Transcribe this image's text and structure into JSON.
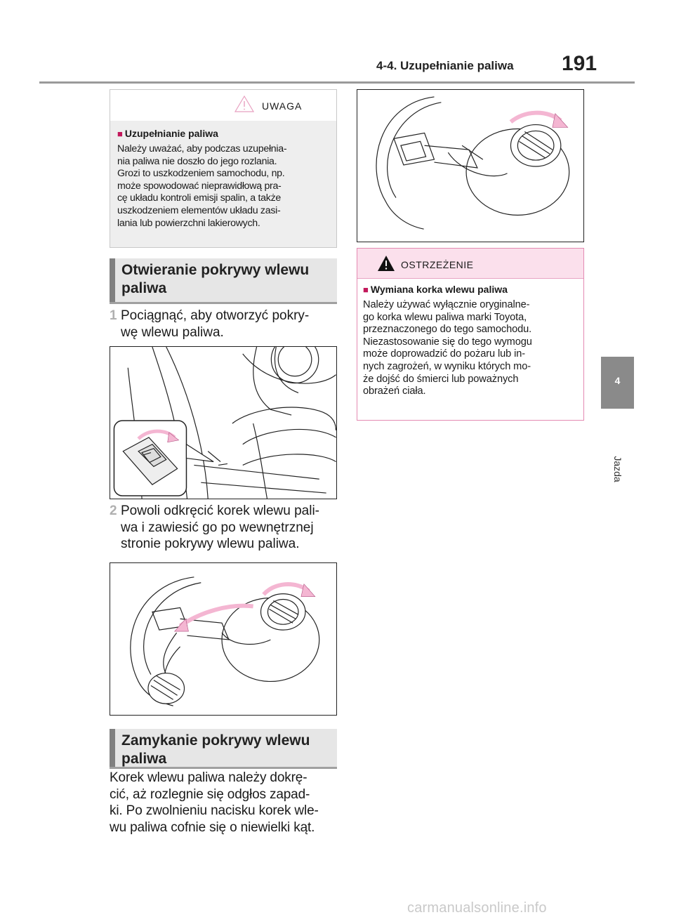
{
  "header": {
    "section_title": "4-4. Uzupełnianie paliwa",
    "page_number": "191"
  },
  "side_tab": {
    "chapter_number": "4",
    "chapter_label": "Jazda"
  },
  "caution": {
    "title": "UWAGA",
    "subheading": "Uzupełnianie paliwa",
    "lines": [
      "Należy uważać, aby podczas uzupełnia-",
      "nia paliwa nie doszło do jego rozlania.",
      "Grozi to uszkodzeniem samochodu, np.",
      "może spowodować nieprawidłową pra-",
      "cę układu kontroli emisji spalin, a także",
      "uszkodzeniem elementów układu zasi-",
      "lania lub powierzchni lakierowych."
    ]
  },
  "section_open": {
    "title_line1": "Otwieranie pokrywy wlewu",
    "title_line2": "paliwa"
  },
  "steps": [
    {
      "number": "1",
      "line1": "Pociągnąć, aby otworzyć pokry-",
      "line2": "wę wlewu paliwa.",
      "line3": ""
    },
    {
      "number": "2",
      "line1": "Powoli odkręcić korek wlewu pali-",
      "line2": "wa i zawiesić go po wewnętrznej",
      "line3": "stronie pokrywy wlewu paliwa."
    }
  ],
  "section_close": {
    "title_line1": "Zamykanie pokrywy wlewu",
    "title_line2": "paliwa"
  },
  "closing_paragraph": [
    "Korek wlewu paliwa należy dokrę-",
    "cić, aż rozlegnie się odgłos zapad-",
    "ki. Po zwolnieniu nacisku korek wle-",
    "wu paliwa cofnie się o niewielki kąt."
  ],
  "warning": {
    "title": "OSTRZEŻENIE",
    "subheading": "Wymiana korka wlewu paliwa",
    "lines": [
      "Należy używać wyłącznie oryginalne-",
      "go korka wlewu paliwa marki Toyota,",
      "przeznaczonego do tego samochodu.",
      "Niezastosowanie się do tego wymogu",
      "może doprowadzić do pożaru lub in-",
      "nych zagrożeń, w wyniku których mo-",
      "że dojść do śmierci lub poważnych",
      "obrażeń ciała."
    ]
  },
  "footer": {
    "watermark": "carmanualsonline.info"
  },
  "colors": {
    "accent_pink": "#f4b6d2",
    "warning_border": "#e48ab2",
    "caution_bg": "#eeeeee",
    "band_bar": "#808080"
  }
}
